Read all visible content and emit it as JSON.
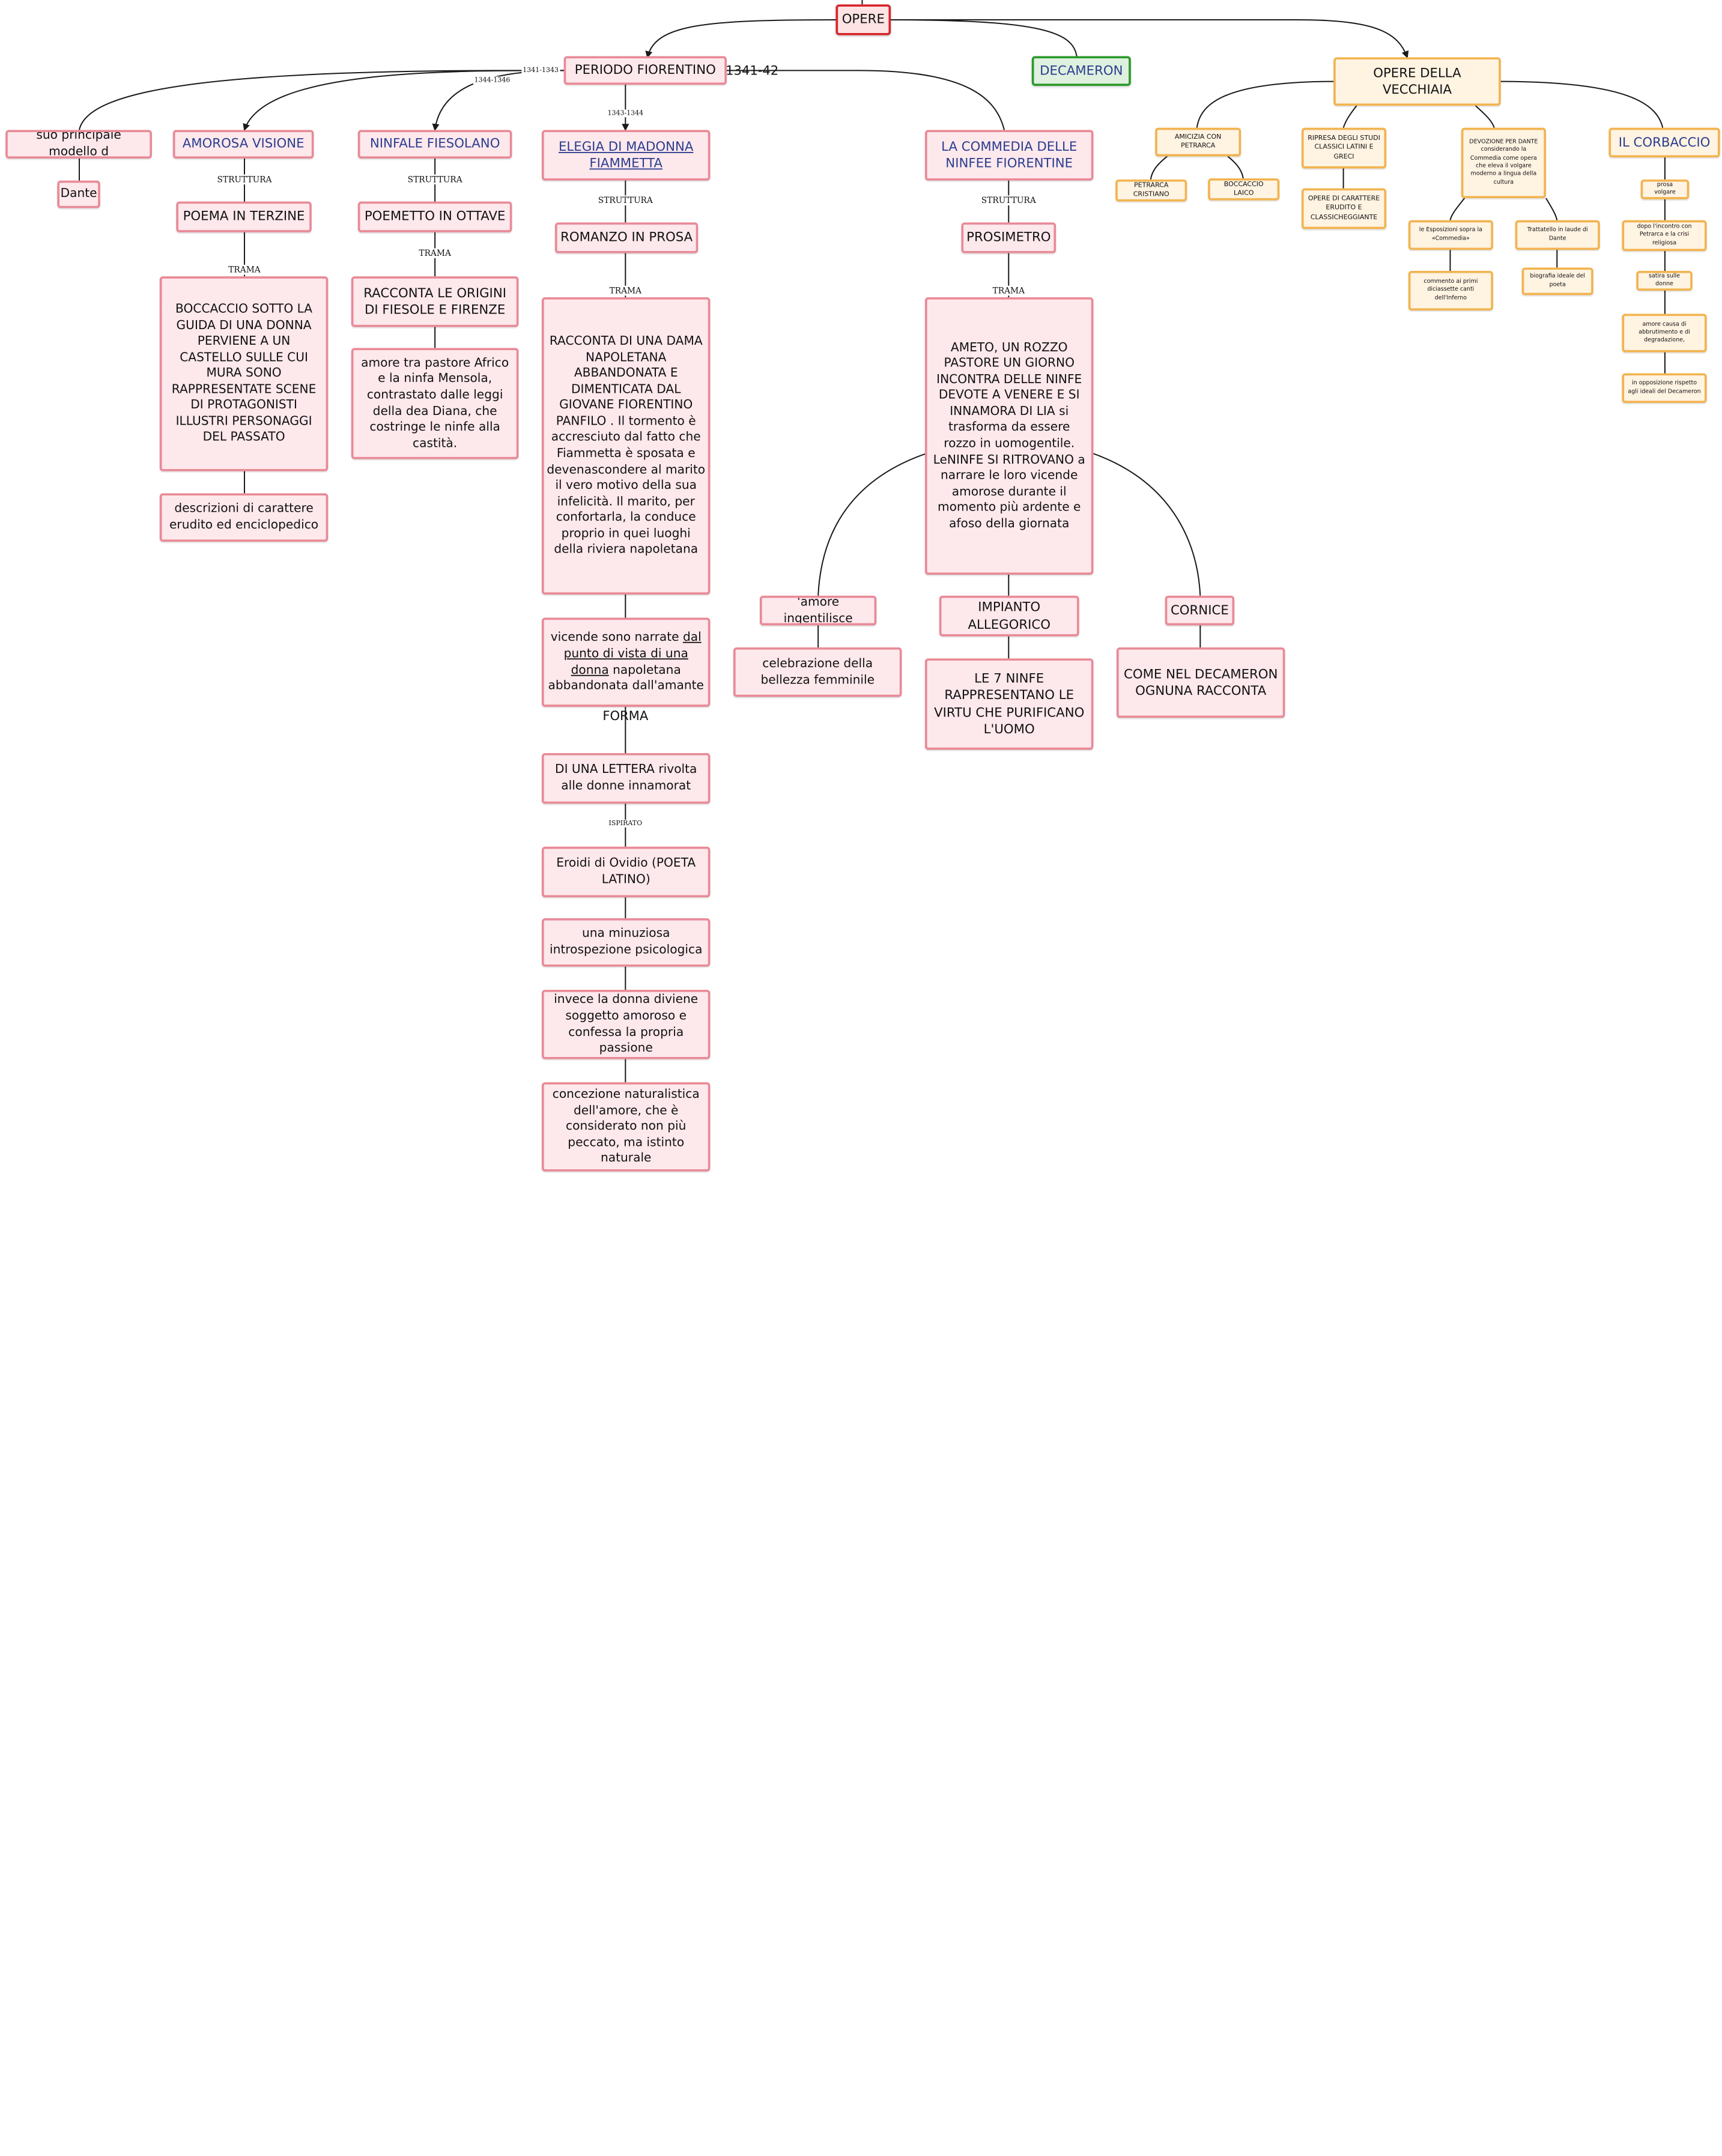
{
  "colors": {
    "root_border": "#d8242b",
    "period_border": "#e98a97",
    "decameron_border": "#2a9a2a",
    "vecchiaia_border": "#f2b450",
    "link_text": "#2b3d8f"
  },
  "nodes": {
    "opere": "OPERE",
    "periodo_fiorentino": "PERIODO FIORENTINO",
    "decameron": "DECAMERON",
    "opere_vecchiaia": "OPERE DELLA VECCHIAIA",
    "modello": "suo principale modello d",
    "dante": "Dante",
    "amorosa_visione": "AMOROSA VISIONE",
    "poema_terzine": "POEMA IN TERZINE",
    "boccaccio_guida": "BOCCACCIO SOTTO LA GUIDA DI UNA DONNA PERVIENE A UN CASTELLO SULLE CUI MURA SONO RAPPRESENTATE SCENE DI PROTAGONISTI ILLUSTRI PERSONAGGI DEL PASSATO",
    "descrizioni": "descrizioni di carattere erudito ed enciclopedico",
    "ninfale": "NINFALE FIESOLANO",
    "poemetto_ottave": "POEMETTO IN OTTAVE",
    "origini_fiesole": "RACCONTA LE ORIGINI DI FIESOLE E FIRENZE",
    "amore_pastore": "amore tra pastore Africo e la ninfa Mensola, contrastato dalle leggi della dea Diana, che costringe le ninfe alla castità.",
    "elegia": "ELEGIA DI MADONNA FIAMMETTA",
    "romanzo_prosa": "ROMANZO IN PROSA",
    "racconta_dama": "RACCONTA DI UNA DAMA NAPOLETANA ABBANDONATA E DIMENTICATA DAL GIOVANE FIORENTINO PANFILO  . Il tormento è accresciuto dal fatto che Fiammetta è sposata e devenascondere al marito il vero motivo della sua infelicità.  Il marito, per confortarla, la conduce proprio in quei luoghi della riviera napoletana",
    "vicende_pre": "vicende sono narrate ",
    "vicende_u1": "dal punto di vista di una",
    "vicende_u2": "donna",
    "vicende_post": " napoletana abbandonata dall'amante",
    "lettera": "DI UNA LETTERA rivolta alle donne innamorat",
    "eroidi": "Eroidi di Ovidio (POETA LATINO)",
    "introspezione": "una minuziosa introspezione psicologica",
    "soggetto": "invece la donna diviene soggetto amoroso e confessa la propria passione",
    "concezione": "concezione naturalistica dell'amore, che è considerato non più peccato, ma istinto naturale",
    "commedia_ninfe": "LA COMMEDIA DELLE NINFEE FIORENTINE",
    "prosimetro": "PROSIMETRO",
    "ameto": "AMETO, UN ROZZO PASTORE UN GIORNO INCONTRA DELLE NINFE DEVOTE A VENERE E SI INNAMORA DI LIA si trasforma da essere rozzo in uomogentile. LeNINFE SI RITROVANO a narrare le loro vicende amorose durante il momento più ardente e afoso della giornata",
    "amore_ingentilisce": "'amore ingentilisce",
    "celebrazione": "celebrazione della bellezza femminile",
    "impianto": "IMPIANTO ALLEGORICO",
    "sette_ninfe": "LE 7 NINFE RAPPRESENTANO LE VIRTU CHE PURIFICANO L'UOMO",
    "cornice": "CORNICE",
    "come_decameron": "COME NEL DECAMERON OGNUNA RACCONTA",
    "amicizia": "AMICIZIA CON PETRARCA",
    "petrarca_cristiano": "PETRARCA CRISTIANO",
    "boccaccio_laico": "BOCCACCIO LAICO",
    "ripresa": "RIPRESA DEGLI STUDI CLASSICI LATINI E GRECI",
    "opere_erudito": "OPERE DI CARATTERE ERUDITO E CLASSICHEGGIANTE",
    "devozione": "DEVOZIONE PER DANTE considerando la Commedia come opera che eleva il volgare moderno a lingua della cultura",
    "esposizioni": "le Esposizioni sopra la «Commedia»",
    "commento": "commento ai primi diciassette canti dell'Inferno",
    "trattatello": "Trattatello in laude di Dante",
    "biografia": "biografia ideale del poeta",
    "corbaccio": "IL CORBACCIO",
    "prosa_volgare": "prosa volgare",
    "dopo_incontro": "dopo l'incontro con Petrarca e la crisi religiosa",
    "satira": "satira sulle donne",
    "amore_causa": "amore causa di abbrutimento e di degradazione,",
    "opposizione": "in opposizione rispetto agli ideali del Decameron"
  },
  "labels": {
    "date_1341_1343": "1341-1343",
    "date_1344_1346": "1344-1346",
    "date_1343_1344": "1343-1344",
    "date_1341_42": "1341-42",
    "struttura_1": "STRUTTURA",
    "struttura_2": "STRUTTURA",
    "struttura_3": "STRUTTURA",
    "struttura_4": "STRUTTURA",
    "trama_1": "TRAMA",
    "trama_2": "TRAMA",
    "trama_3": "TRAMA",
    "trama_4": "TRAMA",
    "forma": "FORMA",
    "ispirato": "ISPIRATO"
  }
}
